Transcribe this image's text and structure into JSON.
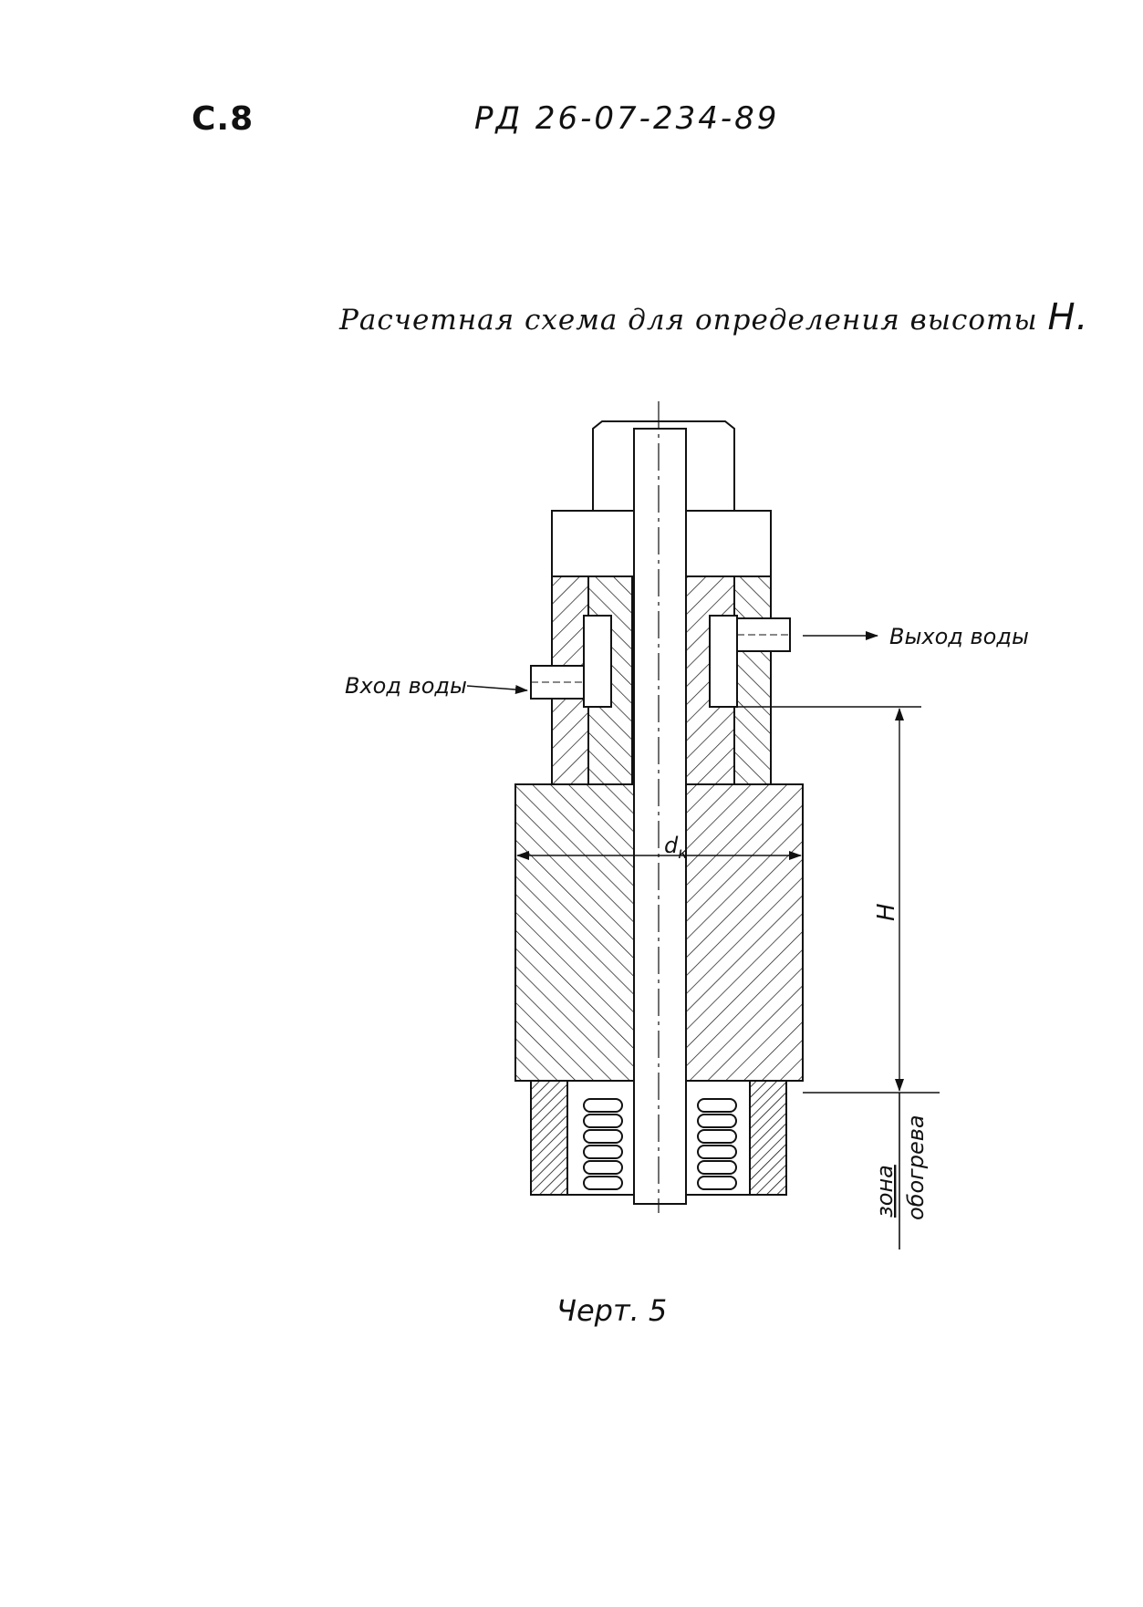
{
  "header": {
    "page_number": "С.8",
    "document_code": "РД 26-07-234-89"
  },
  "title": {
    "text": "Расчетная схема для определения высоты",
    "variable": "H."
  },
  "drawing": {
    "labels": {
      "water_outlet": "Выход воды",
      "water_inlet": "Вход воды",
      "diameter": "d",
      "diameter_sub": "к",
      "height": "Н",
      "zone_line1": "зона",
      "zone_line2": "обогрева"
    },
    "colors": {
      "ink": "#111111"
    }
  },
  "caption": "Черт. 5"
}
